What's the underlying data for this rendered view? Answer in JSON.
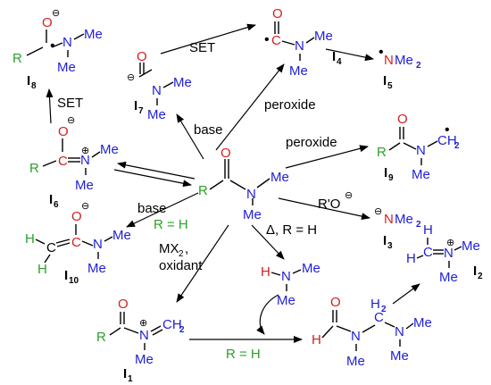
{
  "labels": {
    "i1": "I",
    "i1_sub": "1",
    "i2": "I",
    "i2_sub": "2",
    "i3": "I",
    "i3_sub": "3",
    "i4": "I",
    "i4_sub": "4",
    "i5": "I",
    "i5_sub": "5",
    "i6": "I",
    "i6_sub": "6",
    "i7": "I",
    "i7_sub": "7",
    "i8": "I",
    "i8_sub": "8",
    "i9": "I",
    "i9_sub": "9",
    "i10": "I",
    "i10_sub": "10"
  },
  "conditions": {
    "set_top": "SET",
    "set_left": "SET",
    "base_upper": "base",
    "base_left": "base",
    "r_eq_h_left": "R = H",
    "peroxide_upper": "peroxide",
    "peroxide_right": "peroxide",
    "ro_anion": "R'O",
    "delta_r_eq_h": "Δ, R = H",
    "mx2": "MX",
    "mx2_sub": "2",
    "mx2_comma": ",",
    "oxidant": "oxidant",
    "r_eq_h_bottom": "R = H"
  },
  "atoms": {
    "O": "O",
    "N": "N",
    "R": "R",
    "H": "H",
    "C": "C",
    "Me": "Me",
    "Me2": "Me",
    "two": "2",
    "CH2": "CH",
    "H2": "H",
    "minus": "⊖",
    "plus": "⊕",
    "radical": "•"
  },
  "colors": {
    "nitrogen_methyl": "#1f1fd6",
    "oxygen_carbon": "#d42020",
    "r_group_hydrogen": "#2ca02c",
    "text": "#000000"
  }
}
